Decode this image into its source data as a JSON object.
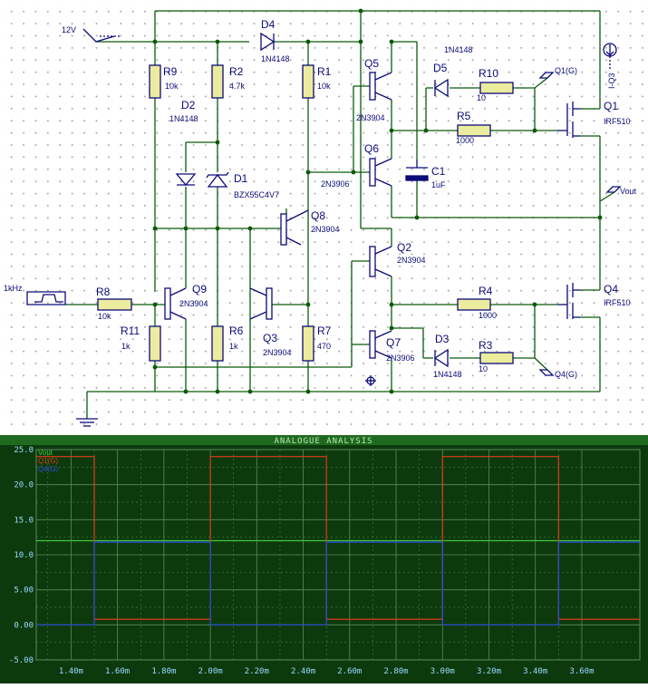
{
  "schematic": {
    "terminals": {
      "supply": "12V",
      "input": "1kHz",
      "vout": "Vout",
      "q1g": "Q1(G)",
      "q4g": "Q4(G)",
      "iq3": "I-Q3"
    },
    "components": [
      {
        "ref": "D4",
        "value": "1N4148"
      },
      {
        "ref": "R9",
        "value": "10k"
      },
      {
        "ref": "R2",
        "value": "4.7k"
      },
      {
        "ref": "R1",
        "value": "10k"
      },
      {
        "ref": "Q5",
        "value": "2N3904"
      },
      {
        "ref": "D5",
        "value": "1N4148"
      },
      {
        "ref": "R10",
        "value": "10"
      },
      {
        "ref": "Q1",
        "value": "IRF510"
      },
      {
        "ref": "R5",
        "value": "1000"
      },
      {
        "ref": "D2",
        "value": "1N4148"
      },
      {
        "ref": "D1",
        "value": "BZX55C4V7"
      },
      {
        "ref": "Q6",
        "value": "2N3906"
      },
      {
        "ref": "C1",
        "value": "1uF"
      },
      {
        "ref": "Q8",
        "value": "2N3904"
      },
      {
        "ref": "Q2",
        "value": "2N3904"
      },
      {
        "ref": "R8",
        "value": "10k"
      },
      {
        "ref": "Q9",
        "value": "2N3904"
      },
      {
        "ref": "R4",
        "value": "1000"
      },
      {
        "ref": "Q4",
        "value": "IRF510"
      },
      {
        "ref": "R11",
        "value": "1k"
      },
      {
        "ref": "R6",
        "value": "1k"
      },
      {
        "ref": "Q3",
        "value": "2N3904"
      },
      {
        "ref": "R7",
        "value": "470"
      },
      {
        "ref": "Q7",
        "value": "2N3906"
      },
      {
        "ref": "D3",
        "value": "1N4148"
      },
      {
        "ref": "R3",
        "value": "10"
      }
    ]
  },
  "analysis": {
    "title": "ANALOGUE ANALYSIS",
    "colors": {
      "background": "#0d3a0d",
      "grid": "#5d8a5d",
      "titlebar": "#1f6a1f",
      "vout": "#3ec83e",
      "q1g": "#e03a1a",
      "q4g": "#2a4ae0"
    },
    "chart_data": {
      "type": "line",
      "legend": [
        "Vout",
        "Q1(G)",
        "Q4(G)"
      ],
      "y_ticks": [
        "25.0",
        "20.0",
        "15.0",
        "10.0",
        "5.00",
        "0.00",
        "-5.00"
      ],
      "x_ticks": [
        "1.40m",
        "1.60m",
        "1.80m",
        "2.00m",
        "2.20m",
        "2.40m",
        "2.60m",
        "2.80m",
        "3.00m",
        "3.20m",
        "3.40m",
        "3.60m"
      ],
      "xlim": [
        1.25,
        3.85
      ],
      "ylim": [
        -5,
        25
      ],
      "series": [
        {
          "name": "Vout",
          "x": [
            1.25,
            3.85
          ],
          "y": [
            12,
            12
          ]
        },
        {
          "name": "Q1(G)",
          "x": [
            1.25,
            1.5,
            1.5,
            2.0,
            2.0,
            2.5,
            2.5,
            3.0,
            3.0,
            3.5,
            3.5,
            3.85
          ],
          "y": [
            24,
            24,
            0.8,
            0.8,
            24,
            24,
            0.8,
            0.8,
            24,
            24,
            0.8,
            0.8
          ]
        },
        {
          "name": "Q4(G)",
          "x": [
            1.25,
            1.5,
            1.5,
            2.0,
            2.0,
            2.5,
            2.5,
            3.0,
            3.0,
            3.5,
            3.5,
            3.85
          ],
          "y": [
            0,
            0,
            11.8,
            11.8,
            0,
            0,
            11.8,
            11.8,
            0,
            0,
            11.8,
            11.8
          ]
        }
      ]
    }
  }
}
